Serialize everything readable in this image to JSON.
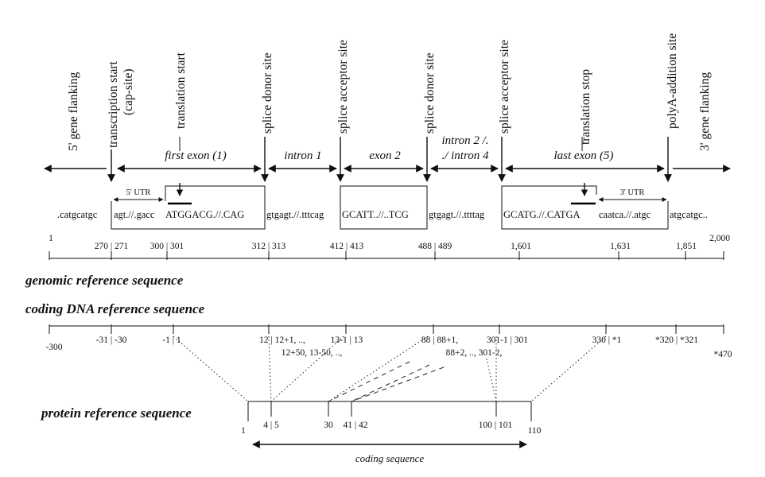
{
  "site_labels": {
    "five_flank": "5' gene flanking",
    "transcription_start": "transcription start",
    "cap_site": "(cap-site)",
    "translation_start": "translation start",
    "splice_donor_1": "splice donor site",
    "splice_acceptor_1": "splice acceptor site",
    "splice_donor_2": "splice donor site",
    "splice_acceptor_2": "splice acceptor site",
    "translation_stop": "translation stop",
    "polya": "polyA-addition site",
    "three_flank": "3' gene flanking"
  },
  "regions": {
    "first_exon": "first exon (1)",
    "intron1": "intron 1",
    "exon2": "exon 2",
    "intron2_line1": "intron 2 /.",
    "intron2_line2": "./ intron 4",
    "last_exon": "last exon (5)",
    "utr5": "5' UTR",
    "utr3": "3' UTR"
  },
  "sequence": {
    "s1": ".catgcatgc",
    "s2": "agt.//.gacc",
    "s3": "ATGGACG.//.CAG",
    "s4": "gtgagt.//.tttcag",
    "s5": "GCATT..//..TCG",
    "s6": "gtgagt.//.ttttag",
    "s7": "GCATG.//.CATGA",
    "s8": "caatca.//.atgc",
    "s9": "atgcatgc.."
  },
  "genomic_ticks": {
    "t1": "1",
    "t2": "270 | 271",
    "t3": "300 | 301",
    "t4": "312 | 313",
    "t5": "412 | 413",
    "t6": "488 | 489",
    "t7": "1,601",
    "t8": "1,631",
    "t9": "1,851",
    "t10": "2,000"
  },
  "headers": {
    "genomic": "genomic reference sequence",
    "coding": "coding DNA reference sequence",
    "protein": "protein reference sequence"
  },
  "coding_ticks": {
    "c1": "-300",
    "c2": "-31 | -30",
    "c3": "-1 | 1",
    "c4": "12 | 12+1, ..,",
    "c4b": "12+50, 13-50, ..,",
    "c5": "13-1 | 13",
    "c6": "88 | 88+1,",
    "c6b": "88+2, .., 301-2,",
    "c7": "301-1 | 301",
    "c8": "330 | *1",
    "c9": "*320 | *321",
    "c10": "*470"
  },
  "protein_ticks": {
    "p1": "1",
    "p2": "4 | 5",
    "p3": "30",
    "p4": "41 | 42",
    "p5": "100 | 101",
    "p6": "110"
  },
  "coding_sequence": "coding sequence"
}
